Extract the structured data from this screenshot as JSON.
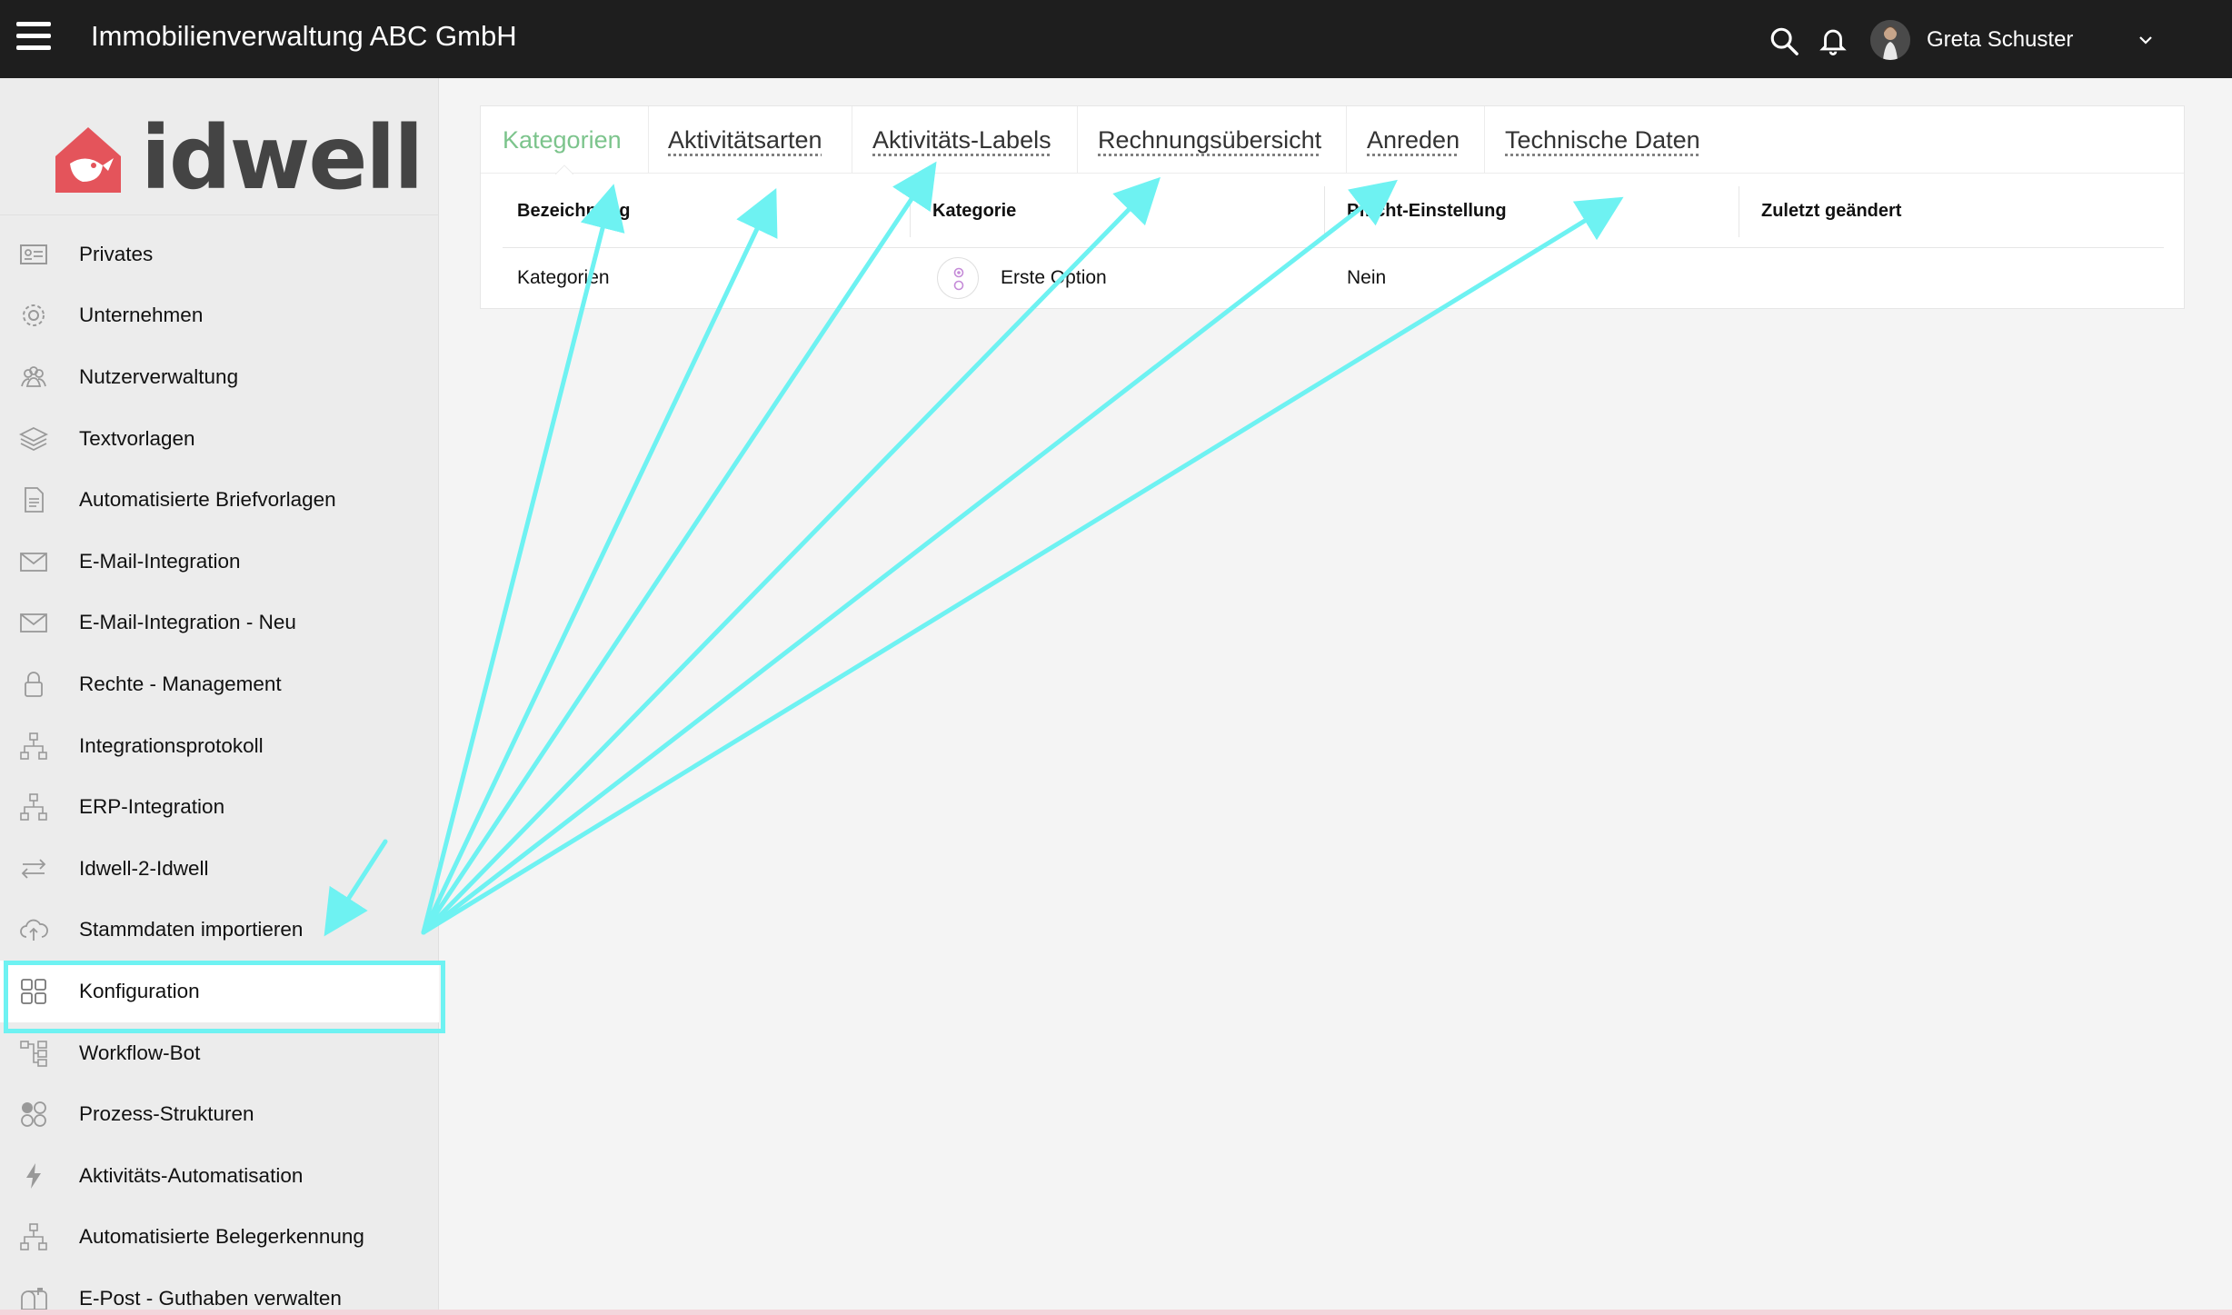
{
  "header": {
    "title": "Immobilienverwaltung ABC GmbH",
    "user_name": "Greta Schuster",
    "icons": [
      "menu-icon",
      "search-icon",
      "bell-icon",
      "chevron-down-icon"
    ]
  },
  "sidebar": {
    "logo_text": "idwell",
    "items": [
      {
        "label": "Privates",
        "icon": "id-card-icon"
      },
      {
        "label": "Unternehmen",
        "icon": "gear-icon"
      },
      {
        "label": "Nutzerverwaltung",
        "icon": "users-icon"
      },
      {
        "label": "Textvorlagen",
        "icon": "layers-icon"
      },
      {
        "label": "Automatisierte Briefvorlagen",
        "icon": "document-icon"
      },
      {
        "label": "E-Mail-Integration",
        "icon": "envelope-icon"
      },
      {
        "label": "E-Mail-Integration - Neu",
        "icon": "envelope-icon"
      },
      {
        "label": "Rechte - Management",
        "icon": "lock-icon"
      },
      {
        "label": "Integrationsprotokoll",
        "icon": "sitemap-icon"
      },
      {
        "label": "ERP-Integration",
        "icon": "sitemap-icon"
      },
      {
        "label": "Idwell-2-Idwell",
        "icon": "swap-arrows-icon"
      },
      {
        "label": "Stammdaten importieren",
        "icon": "cloud-upload-icon"
      },
      {
        "label": "Konfiguration",
        "icon": "grid-icon",
        "active": true
      },
      {
        "label": "Workflow-Bot",
        "icon": "workflow-icon"
      },
      {
        "label": "Prozess-Strukturen",
        "icon": "circles-icon"
      },
      {
        "label": "Aktivitäts-Automatisation",
        "icon": "lightning-icon"
      },
      {
        "label": "Automatisierte Belegerkennung",
        "icon": "sitemap-icon"
      },
      {
        "label": "E-Post - Guthaben verwalten",
        "icon": "mailbox-icon"
      }
    ]
  },
  "main": {
    "tabs": [
      {
        "label": "Kategorien",
        "active": true
      },
      {
        "label": "Aktivitätsarten"
      },
      {
        "label": "Aktivitäts-Labels"
      },
      {
        "label": "Rechnungsübersicht"
      },
      {
        "label": "Anreden"
      },
      {
        "label": "Technische Daten"
      }
    ],
    "table": {
      "columns": [
        "Bezeichnung",
        "Kategorie",
        "Pflicht-Einstellung",
        "Zuletzt geändert"
      ],
      "rows": [
        {
          "bezeichnung": "Kategorien",
          "kategorie": "Erste Option",
          "pflicht": "Nein",
          "zuletzt": ""
        }
      ]
    }
  },
  "colors": {
    "topbar": "#1e1e1e",
    "accent_green": "#7cc48c",
    "annotation_cyan": "#6ef2f2",
    "logo_red": "#e4545b"
  }
}
